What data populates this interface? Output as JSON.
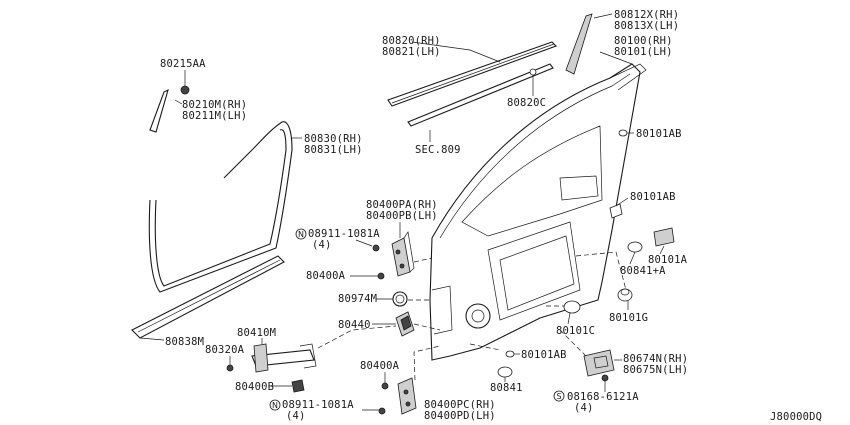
{
  "diagram_id": "J80000DQ",
  "labels": {
    "p80812x": "80812X(RH)",
    "p80813x": "80813X(LH)",
    "p80820": "80820(RH)",
    "p80821": "80821(LH)",
    "p80100": "80100(RH)",
    "p80101": "80101(LH)",
    "p80215aa": "80215AA",
    "p80210m": "80210M(RH)",
    "p80211m": "80211M(LH)",
    "p80820c": "80820C",
    "p80101ab_1": "80101AB",
    "p80830": "80830(RH)",
    "p80831": "80831(LH)",
    "sec809": "SEC.809",
    "p80101ab_2": "80101AB",
    "p80400pa": "80400PA(RH)",
    "p80400pb": "80400PB(LH)",
    "bolt_top": "08911-1081A",
    "bolt_top_qty": "(4)",
    "p80101a": "80101A",
    "p80841a": "80841+A",
    "p80400a_1": "80400A",
    "p80974m": "80974M",
    "p80101g": "80101G",
    "p80440": "80440",
    "p80101c": "80101C",
    "p80838m": "80838M",
    "p80410m": "80410M",
    "p80320a": "80320A",
    "p80101ab_3": "80101AB",
    "p80674n": "80674N(RH)",
    "p80675n": "80675N(LH)",
    "p80400a_2": "80400A",
    "p80841": "80841",
    "p80400b": "80400B",
    "bolt_bot": "08911-1081A",
    "bolt_bot_qty": "(4)",
    "p80400pc": "80400PC(RH)",
    "p80400pd": "80400PD(LH)",
    "screw": "08168-6121A",
    "screw_qty": "(4)"
  },
  "symbols": {
    "nut": "N",
    "screw": "S"
  }
}
